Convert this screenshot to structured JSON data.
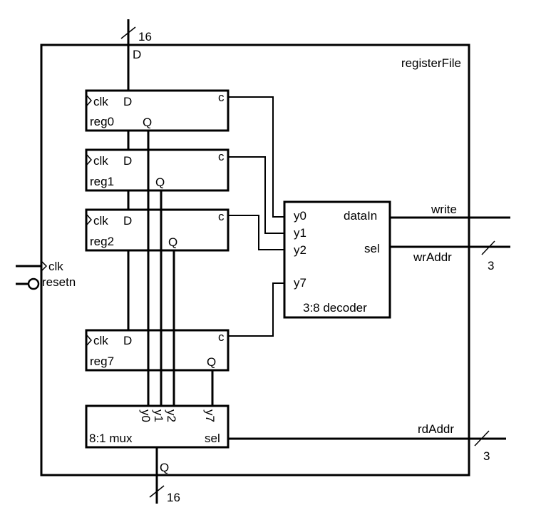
{
  "module": {
    "name": "registerFile",
    "data_in_port": "D",
    "data_out_port": "Q",
    "data_width": "16"
  },
  "inputs": {
    "clk": "clk",
    "resetn": "resetn",
    "write": "write",
    "wraddr": "wrAddr",
    "wraddr_width": "3",
    "rdaddr": "rdAddr",
    "rdaddr_width": "3"
  },
  "registers": [
    {
      "name": "reg0",
      "clk": "clk",
      "d": "D",
      "q": "Q",
      "c": "c"
    },
    {
      "name": "reg1",
      "clk": "clk",
      "d": "D",
      "q": "Q",
      "c": "c"
    },
    {
      "name": "reg2",
      "clk": "clk",
      "d": "D",
      "q": "Q",
      "c": "c"
    },
    {
      "name": "reg7",
      "clk": "clk",
      "d": "D",
      "q": "Q",
      "c": "c"
    }
  ],
  "decoder": {
    "name": "3:8 decoder",
    "outputs": [
      "y0",
      "y1",
      "y2",
      "y7"
    ],
    "data_in": "dataIn",
    "sel": "sel"
  },
  "mux": {
    "name": "8:1 mux",
    "inputs": [
      "y0",
      "y1",
      "y2",
      "y7"
    ],
    "sel": "sel"
  }
}
